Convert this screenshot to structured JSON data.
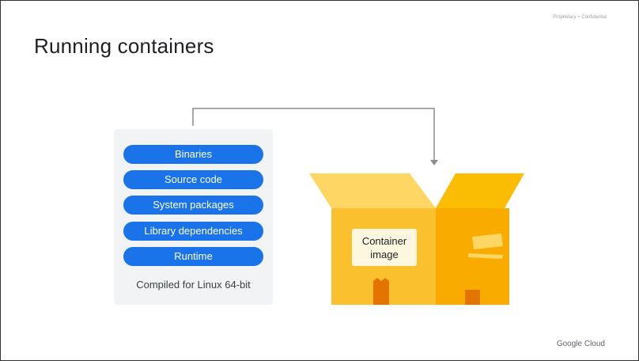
{
  "header": {
    "confidential": "Proprietary + Confidential",
    "title": "Running containers"
  },
  "panel": {
    "items": [
      {
        "label": "Binaries"
      },
      {
        "label": "Source code"
      },
      {
        "label": "System packages"
      },
      {
        "label": "Library dependencies"
      },
      {
        "label": "Runtime"
      }
    ],
    "caption": "Compiled for Linux 64-bit"
  },
  "container": {
    "label": "Container image"
  },
  "footer": {
    "brand": "Google Cloud"
  },
  "colors": {
    "pill": "#1a73e8",
    "panel": "#f1f3f4",
    "box_front_left": "#fbc02d",
    "box_front_right": "#f9ab00",
    "box_flap": "#fdd663",
    "label_bg": "#fef7e0",
    "connector": "#8c8c8c"
  }
}
